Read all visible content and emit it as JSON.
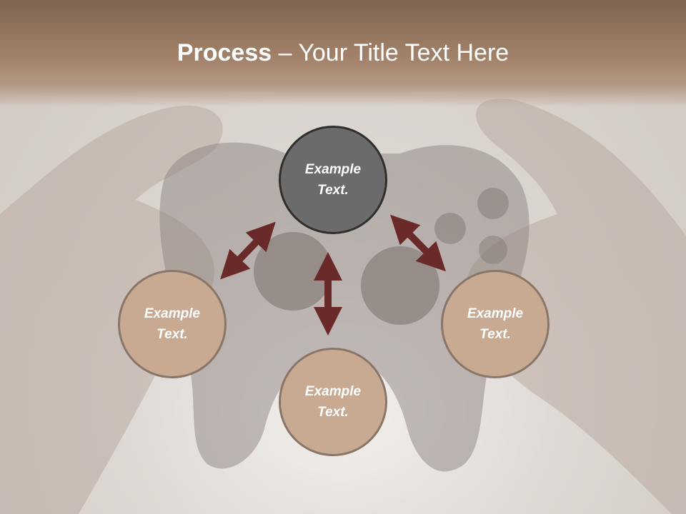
{
  "slide": {
    "title_bold": "Process",
    "title_rest": " – Your Title Text Here"
  },
  "nodes": {
    "top": "Example\nText.",
    "left": "Example\nText.",
    "bottom": "Example\nText.",
    "right": "Example\nText."
  },
  "colors": {
    "title_band": "#a3826a",
    "center_node": "#6b6b6b",
    "outer_node": "#c8aa93",
    "arrow": "#6b2a2a"
  }
}
